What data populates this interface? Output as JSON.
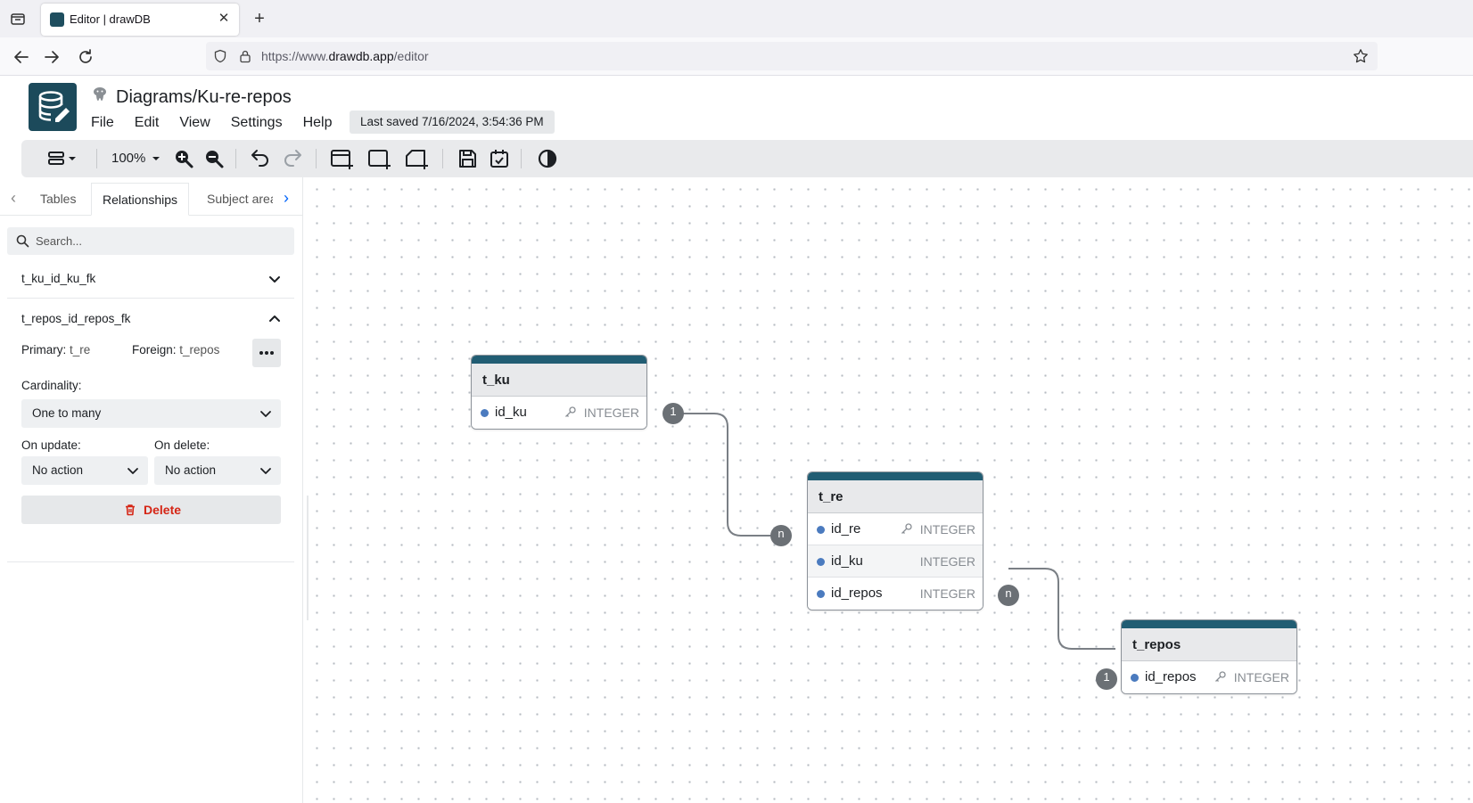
{
  "browser": {
    "tab_title": "Editor | drawDB",
    "url_prefix": "https://www.",
    "url_domain": "drawdb.app",
    "url_path": "/editor"
  },
  "header": {
    "title": "Diagrams/Ku-re-repos",
    "menu": [
      "File",
      "Edit",
      "View",
      "Settings",
      "Help"
    ],
    "last_saved": "Last saved 7/16/2024, 3:54:36 PM"
  },
  "toolbar": {
    "zoom": "100%"
  },
  "sidebar": {
    "tabs": [
      "Tables",
      "Relationships",
      "Subject area"
    ],
    "active_tab": "Relationships",
    "search_placeholder": "Search...",
    "relationships": [
      {
        "name": "t_ku_id_ku_fk",
        "expanded": false
      },
      {
        "name": "t_repos_id_repos_fk",
        "expanded": true
      }
    ],
    "detail": {
      "primary_label": "Primary:",
      "primary_value": "t_re",
      "foreign_label": "Foreign:",
      "foreign_value": "t_repos",
      "cardinality_label": "Cardinality:",
      "cardinality_value": "One to many",
      "on_update_label": "On update:",
      "on_update_value": "No action",
      "on_delete_label": "On delete:",
      "on_delete_value": "No action",
      "delete_label": "Delete"
    }
  },
  "canvas": {
    "tables": [
      {
        "name": "t_ku",
        "columns": [
          {
            "name": "id_ku",
            "type": "INTEGER",
            "pk": true
          }
        ]
      },
      {
        "name": "t_re",
        "columns": [
          {
            "name": "id_re",
            "type": "INTEGER",
            "pk": true
          },
          {
            "name": "id_ku",
            "type": "INTEGER",
            "pk": false
          },
          {
            "name": "id_repos",
            "type": "INTEGER",
            "pk": false
          }
        ]
      },
      {
        "name": "t_repos",
        "columns": [
          {
            "name": "id_repos",
            "type": "INTEGER",
            "pk": true
          }
        ]
      }
    ],
    "badges": {
      "one": "1",
      "many": "n"
    }
  },
  "colors": {
    "header_bar": "#215d73",
    "logo": "#1c4a5b",
    "column_dot": "#4b7bbf",
    "delete": "#d52515"
  }
}
